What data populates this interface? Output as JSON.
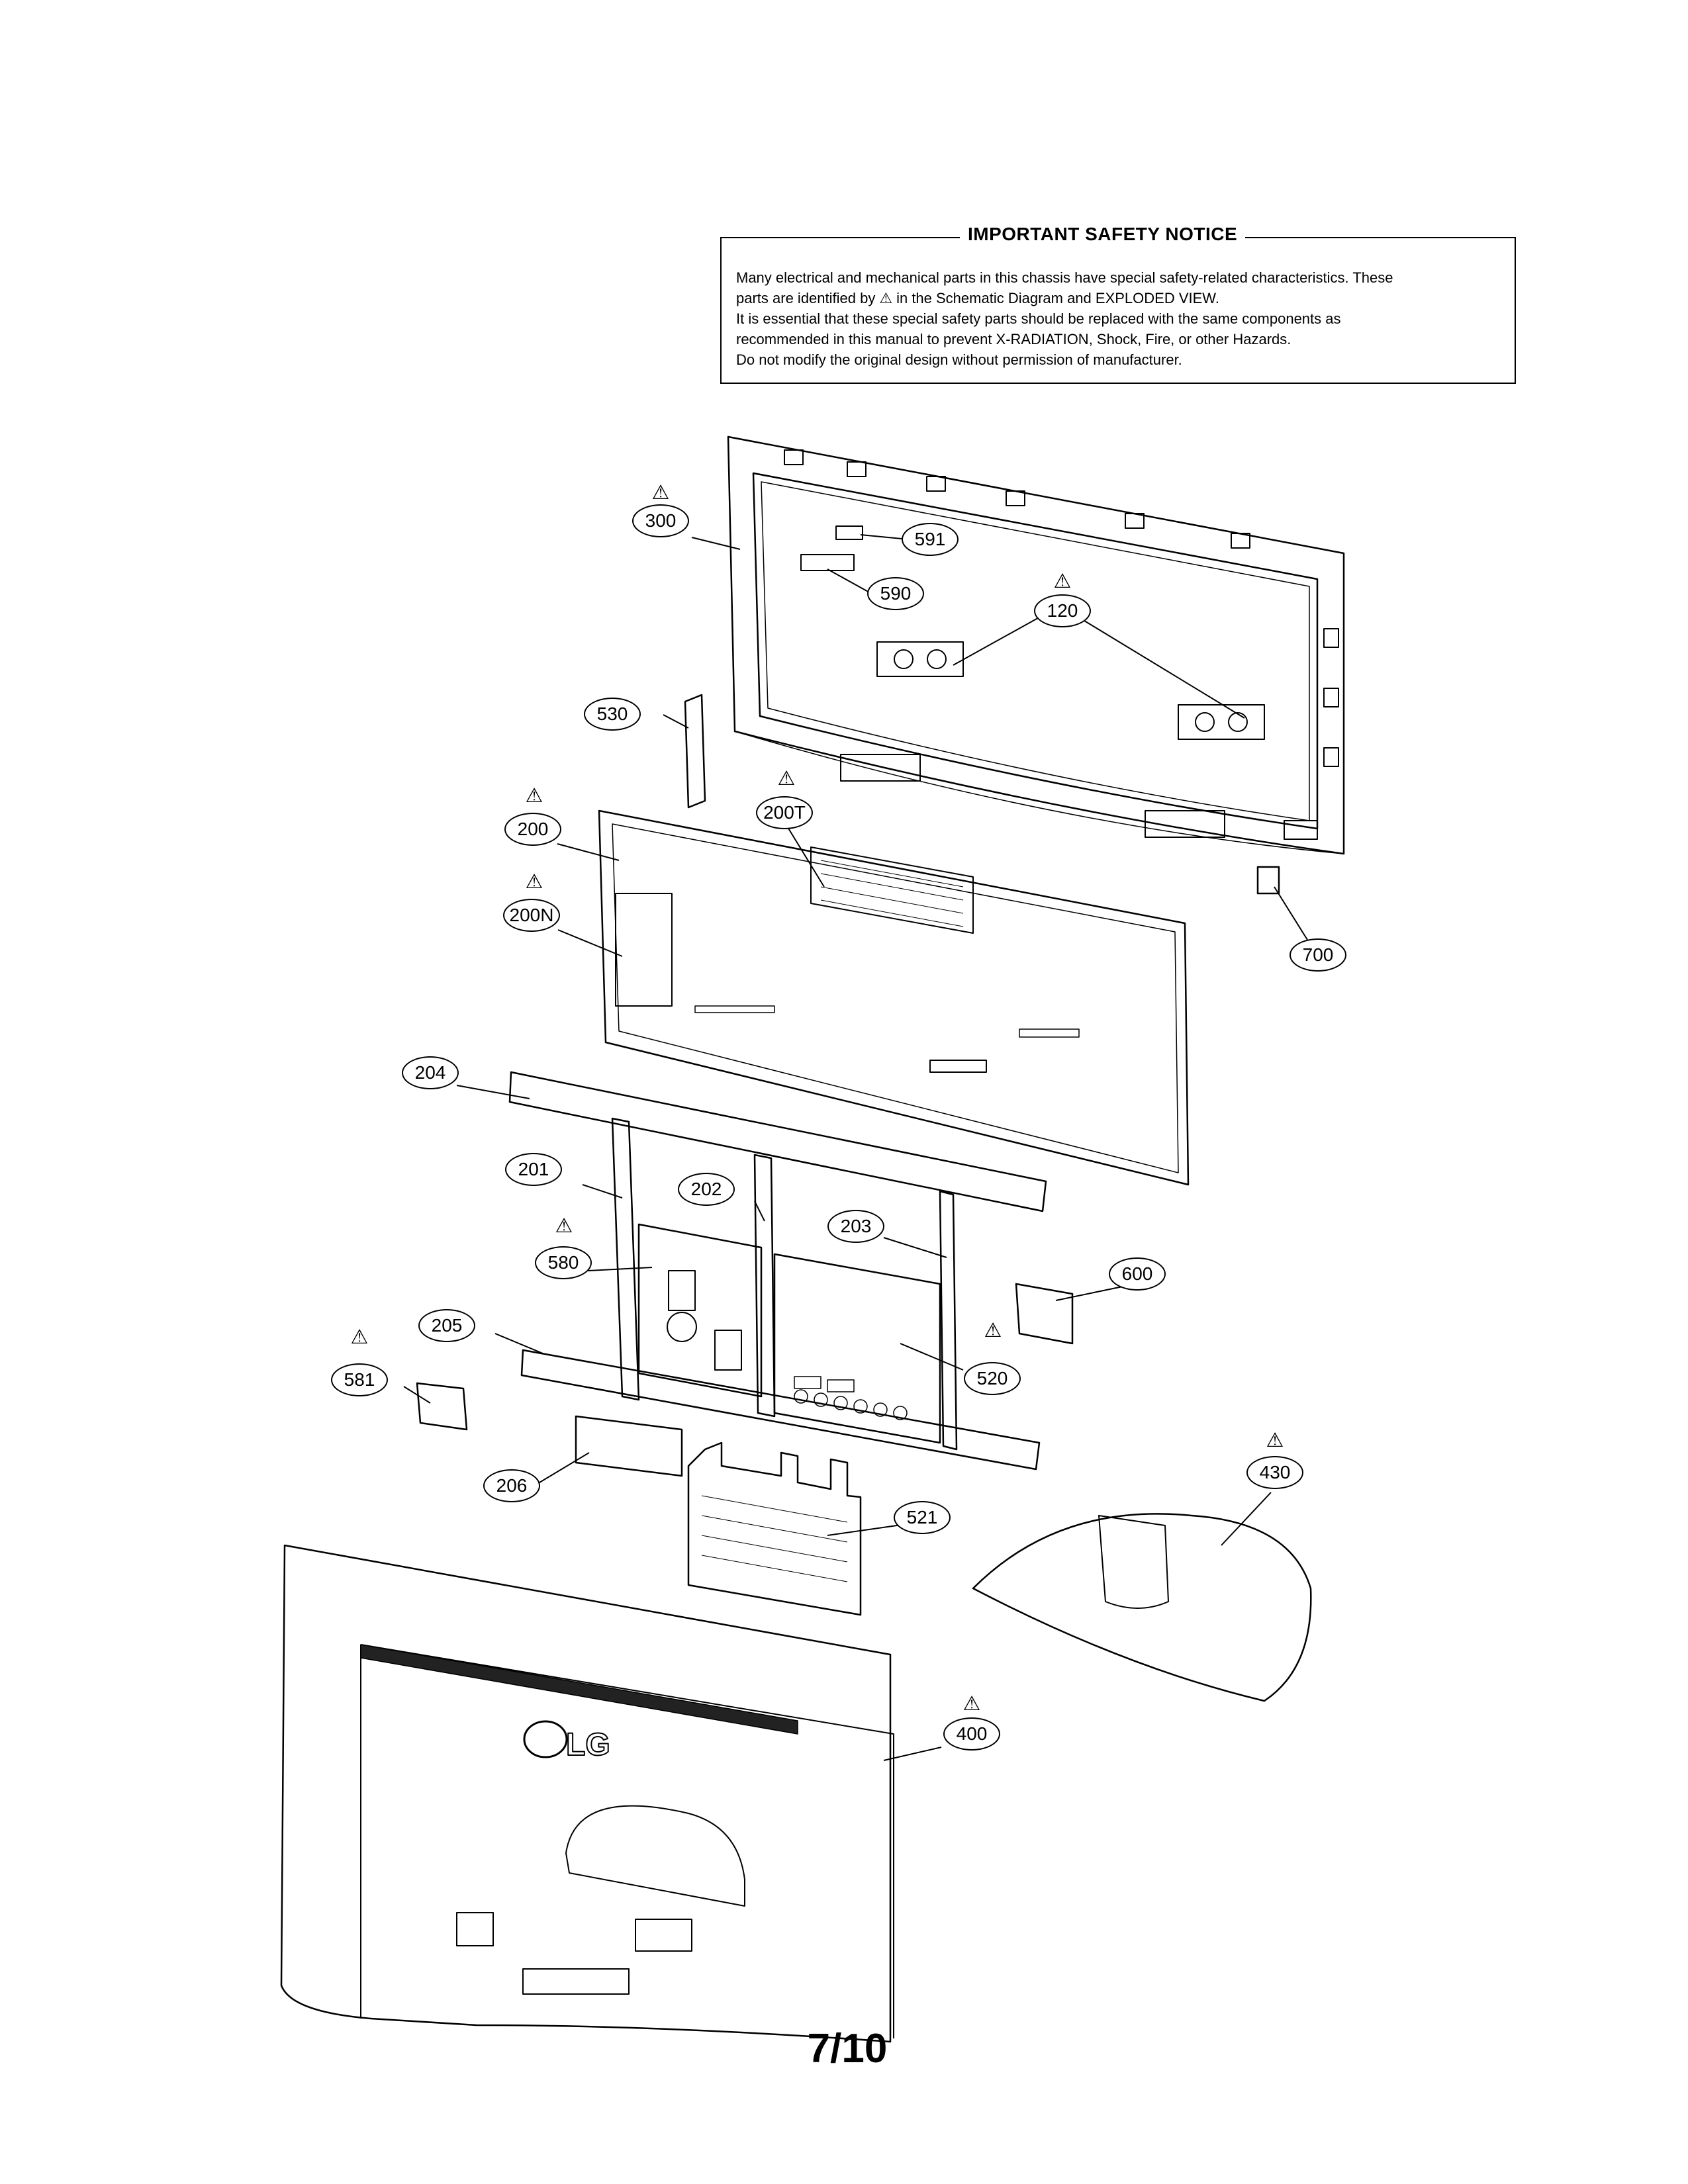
{
  "notice": {
    "title": "IMPORTANT SAFETY NOTICE",
    "line1": "Many electrical and mechanical parts in this chassis have special safety-related characteristics. These",
    "line2_pre": "parts are identified by",
    "line2_post": "in the Schematic Diagram and EXPLODED VIEW.",
    "line3": "It is essential that these special safety parts should be replaced with the same components as",
    "line4": "recommended in this manual to prevent X-RADIATION, Shock, Fire, or other Hazards.",
    "line5": "Do not modify the original design without permission of manufacturer."
  },
  "warning_symbol": "⚠",
  "callouts": {
    "c300": "300",
    "c591": "591",
    "c590": "590",
    "c120": "120",
    "c530": "530",
    "c200": "200",
    "c200T": "200T",
    "c200N": "200N",
    "c700": "700",
    "c204": "204",
    "c201": "201",
    "c202": "202",
    "c203": "203",
    "c580": "580",
    "c600": "600",
    "c205": "205",
    "c520": "520",
    "c581": "581",
    "c206": "206",
    "c521": "521",
    "c430": "430",
    "c400": "400"
  },
  "logo_text": "LG",
  "page_number": "7/10"
}
